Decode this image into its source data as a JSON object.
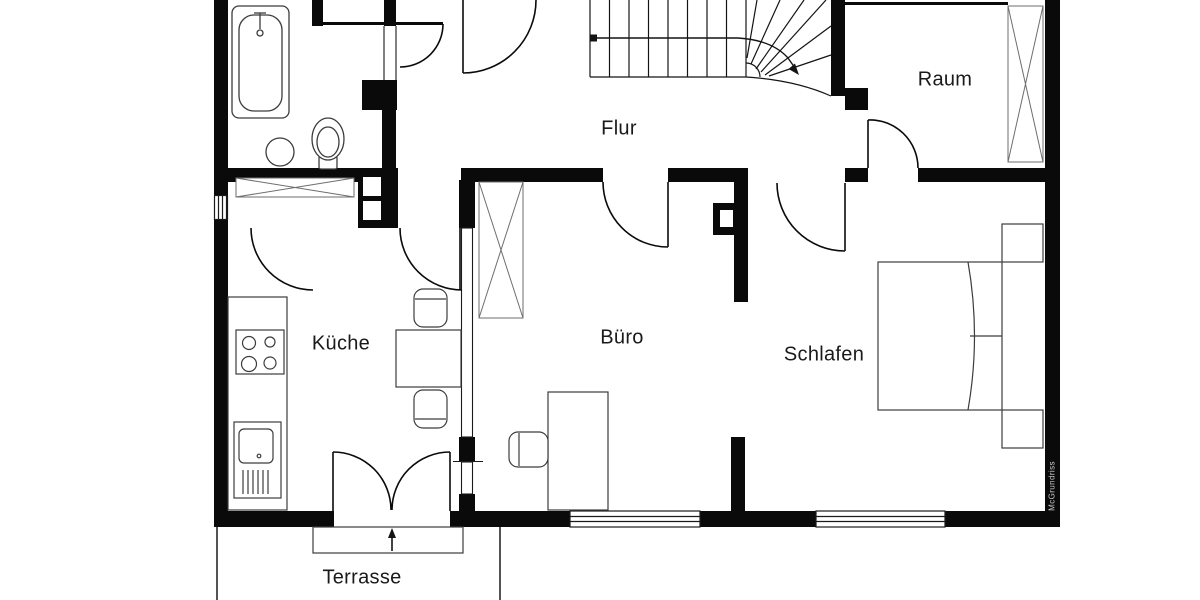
{
  "rooms": {
    "flur": "Flur",
    "raum": "Raum",
    "kueche": "Küche",
    "buero": "Büro",
    "schlafen": "Schlafen",
    "terrasse": "Terrasse"
  },
  "watermark": "McGrundriss",
  "colors": {
    "walls": "#0a0a0a",
    "background": "#ffffff",
    "furniture_outline": "#3c3c3c",
    "wardrobe_outline": "#6e6e6e",
    "label_text": "#1a1a1a",
    "watermark_text": "#c9c9c9"
  }
}
